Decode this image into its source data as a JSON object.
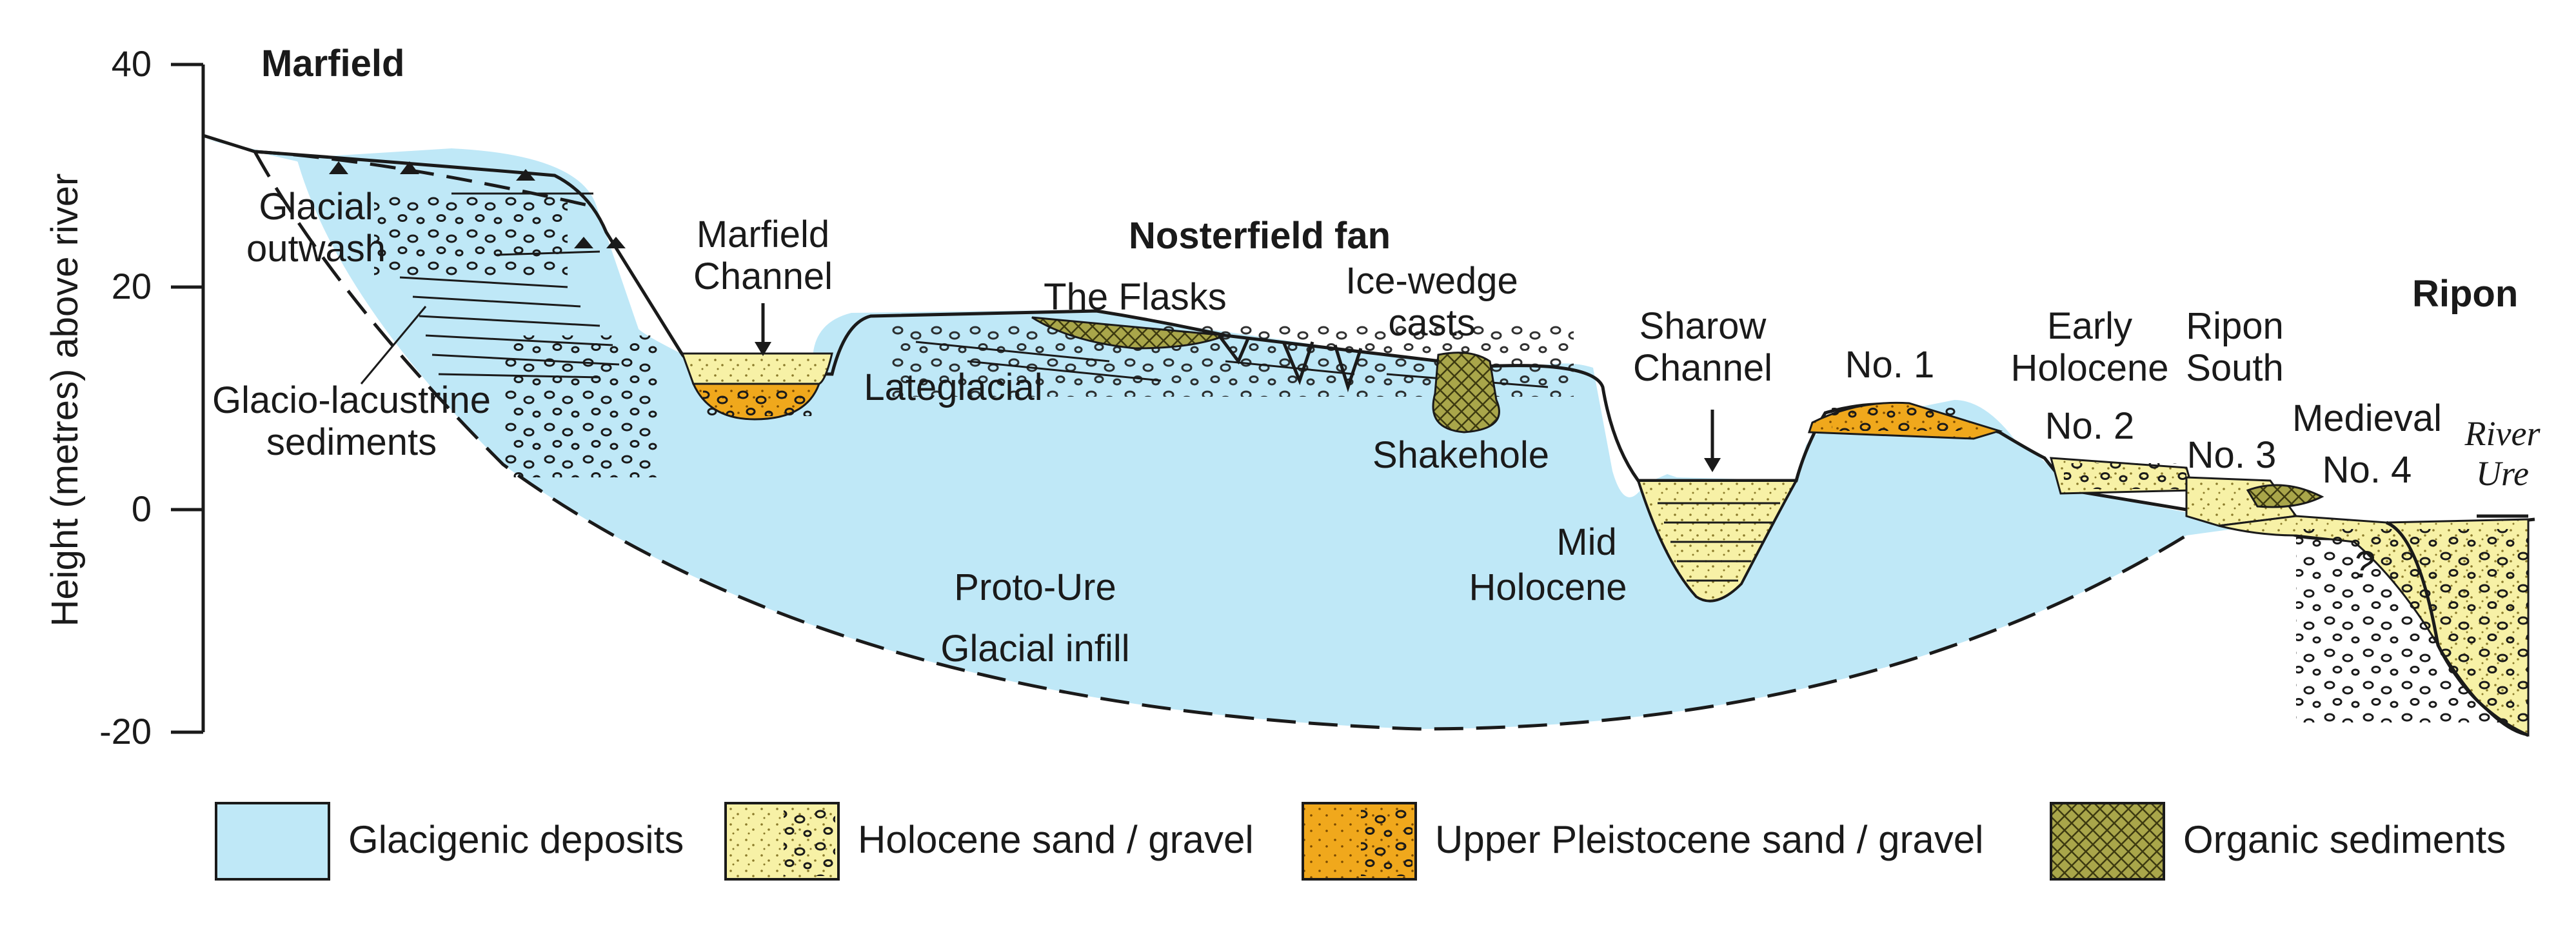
{
  "axis": {
    "ylabel": "Height (metres) above river",
    "ticks": [
      "40",
      "20",
      "0",
      "-20"
    ]
  },
  "places": {
    "marfield": "Marfield",
    "nosterfield_fan": "Nosterfield fan",
    "ripon": "Ripon"
  },
  "labels": {
    "glacial_outwash_1": "Glacial",
    "glacial_outwash_2": "outwash",
    "glacio_lacustrine_1": "Glacio-lacustrine",
    "glacio_lacustrine_2": "sediments",
    "marfield_channel_1": "Marfield",
    "marfield_channel_2": "Channel",
    "lateglacial": "Lateglacial",
    "the_flasks": "The Flasks",
    "ice_wedge_1": "Ice-wedge",
    "ice_wedge_2": "casts",
    "shakehole": "Shakehole",
    "proto_ure": "Proto-Ure",
    "glacial_infill": "Glacial infill",
    "sharow_channel_1": "Sharow",
    "sharow_channel_2": "Channel",
    "mid_holocene_1": "Mid",
    "mid_holocene_2": "Holocene",
    "no1": "No. 1",
    "early_holocene_1": "Early",
    "early_holocene_2": "Holocene",
    "no2": "No. 2",
    "ripon_south_1": "Ripon",
    "ripon_south_2": "South",
    "no3": "No. 3",
    "medieval": "Medieval",
    "no4": "No. 4",
    "question": "?",
    "river_1": "River",
    "river_2": "Ure"
  },
  "legend": [
    {
      "label": "Glacigenic deposits",
      "pattern": "glacigenic"
    },
    {
      "label": "Holocene sand / gravel",
      "pattern": "holocene"
    },
    {
      "label": "Upper Pleistocene sand / gravel",
      "pattern": "pleistocene"
    },
    {
      "label": "Organic sediments",
      "pattern": "organic"
    }
  ],
  "colors": {
    "glacigenic": "#bfe8f7",
    "holocene": "#f7f1a6",
    "pleistocene": "#f0a81c",
    "organic": "#a9a64a"
  }
}
